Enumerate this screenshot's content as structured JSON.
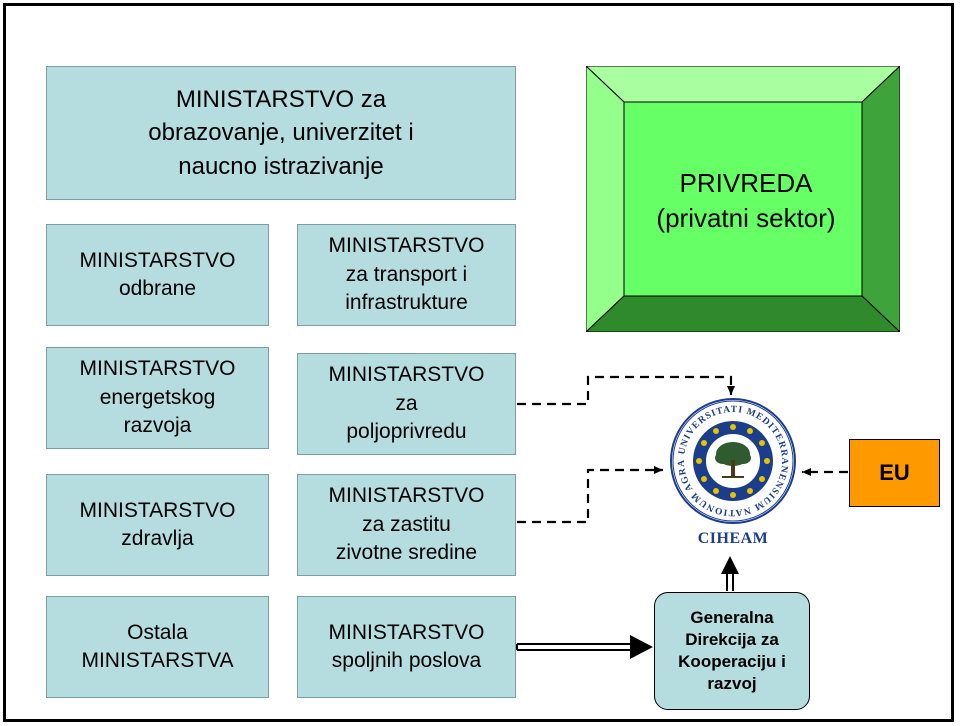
{
  "ministries": {
    "obrazovanje": "MINISTARSTVO za\nobrazovanje, univerzitet i\nnaucno istrazivanje",
    "odbrana": "MINISTARSTVO\nodbrane",
    "transport": "MINISTARSTVO\nza transport i\ninfrastrukture",
    "energetika": "MINISTARSTVO\nenergetskog\nrazvoja",
    "poljoprivreda": "MINISTARSTVO\nza\npoljoprivredu",
    "zdravlje": "MINISTARSTVO\nzdravlja",
    "zastita": "MINISTARSTVO\nza zastitu\nzivotne sredine",
    "ostala": "Ostala\nMINISTARSTVA",
    "spoljni": "MINISTARSTVO\nspoljnih poslova"
  },
  "privreda": {
    "label": "PRIVREDA\n(privatni sektor)"
  },
  "eu": {
    "label": "EU"
  },
  "ciheam": {
    "name": "CIHEAM",
    "seal_text": "UNIVERSITATI MEDITERRANENSIUM NATIONUM AGRARIA"
  },
  "directorate": {
    "label": "Generalna\nDirekcija za\nKooperaciju i\nrazvoj"
  },
  "colors": {
    "ministry_fill": "#b5dde0",
    "privreda_fill": "#66ff66",
    "eu_fill": "#ff9900",
    "ciheam_blue": "#1a3d8c",
    "seal_gold": "#e8c200"
  }
}
